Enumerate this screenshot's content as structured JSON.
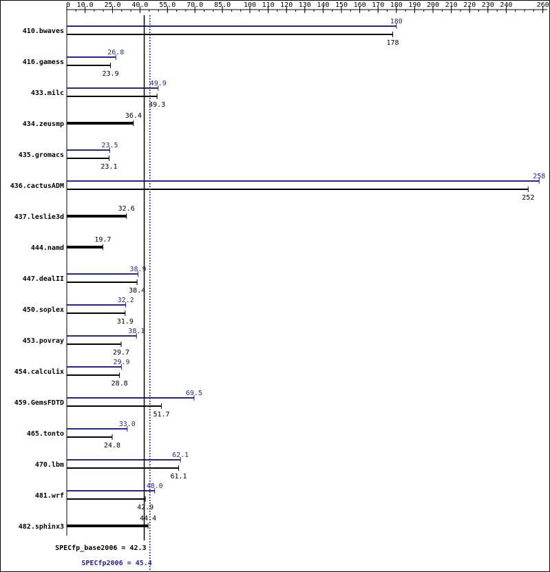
{
  "chart_data": {
    "type": "bar",
    "orientation": "horizontal",
    "title": "",
    "xlabel": "",
    "ylabel": "",
    "xlim": [
      0,
      260
    ],
    "grid": false,
    "tick_labels": [
      "0",
      "10.0",
      "25.0",
      "40.0",
      "55.0",
      "70.0",
      "85.0",
      "100",
      "110",
      "120",
      "130",
      "140",
      "150",
      "160",
      "170",
      "180",
      "190",
      "200",
      "210",
      "220",
      "230",
      "240",
      "260"
    ],
    "tick_values": [
      0,
      10,
      25,
      40,
      55,
      70,
      85,
      100,
      110,
      120,
      130,
      140,
      150,
      160,
      170,
      180,
      190,
      200,
      210,
      220,
      230,
      240,
      260
    ],
    "categories": [
      "410.bwaves",
      "416.gamess",
      "433.milc",
      "434.zeusmp",
      "435.gromacs",
      "436.cactusADM",
      "437.leslie3d",
      "444.namd",
      "447.dealII",
      "450.soplex",
      "453.povray",
      "454.calculix",
      "459.GemsFDTD",
      "465.tonto",
      "470.lbm",
      "481.wrf",
      "482.sphinx3"
    ],
    "series": [
      {
        "key": "peak",
        "color": "#26268f",
        "values": [
          180,
          26.8,
          49.9,
          null,
          23.5,
          258,
          null,
          null,
          38.9,
          32.2,
          38.1,
          29.9,
          69.5,
          33.0,
          62.1,
          48.0,
          null
        ],
        "labels": [
          "180",
          "26.8",
          "49.9",
          "",
          "23.5",
          "258",
          "",
          "",
          "38.9",
          "32.2",
          "38.1",
          "29.9",
          "69.5",
          "33.0",
          "62.1",
          "48.0",
          ""
        ]
      },
      {
        "key": "base",
        "color": "#000000",
        "values": [
          178,
          23.9,
          49.3,
          36.4,
          23.1,
          252,
          32.6,
          19.7,
          38.4,
          31.9,
          29.7,
          28.8,
          51.7,
          24.8,
          61.1,
          42.9,
          44.4
        ],
        "labels": [
          "178",
          "23.9",
          "49.3",
          "36.4",
          "23.1",
          "252",
          "32.6",
          "19.7",
          "38.4",
          "31.9",
          "29.7",
          "28.8",
          "51.7",
          "24.8",
          "61.1",
          "42.9",
          "44.4"
        ]
      }
    ],
    "summary": {
      "base": {
        "label": "SPECfp_base2006 = 42.3",
        "value": 42.3,
        "color": "#000000"
      },
      "peak": {
        "label": "SPECfp2006 = 45.4",
        "value": 45.4,
        "color": "#26268f"
      }
    }
  }
}
